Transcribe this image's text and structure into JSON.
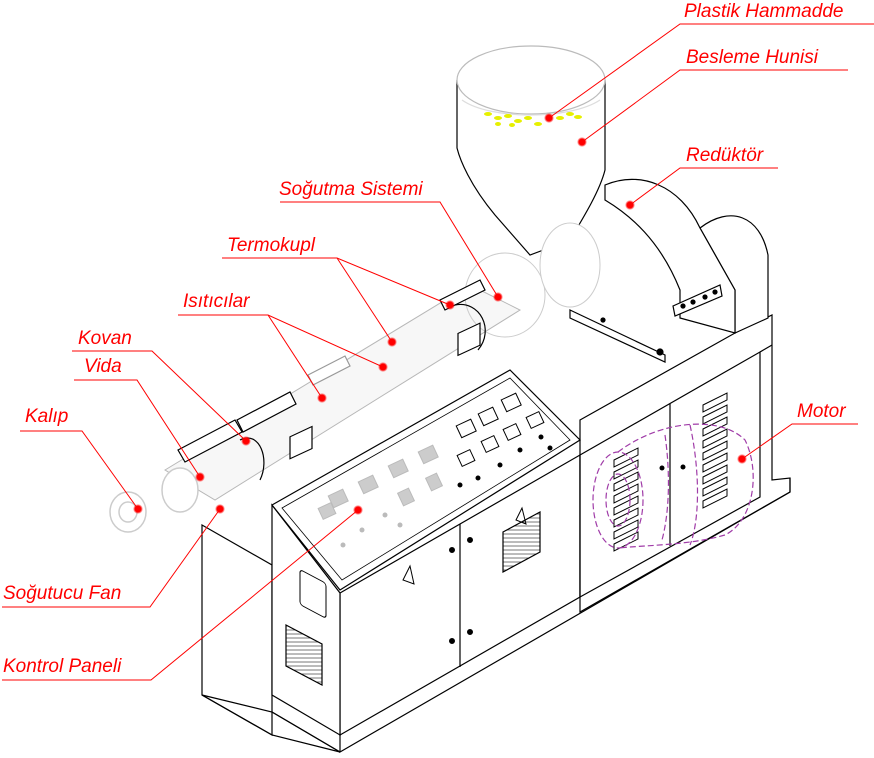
{
  "title": "Plastik Ekstrüder Makinesi Parçaları",
  "colors": {
    "label": "#ff0000",
    "leader": "#ff0000",
    "marker": "#ff0000",
    "outline": "#000000",
    "faded": "#c8c8c8",
    "pellets": "#e6f000",
    "motor": "#a03ca8"
  },
  "labels": [
    {
      "id": "plastik-hammadde",
      "text": "Plastik Hammadde"
    },
    {
      "id": "besleme-hunisi",
      "text": "Besleme Hunisi"
    },
    {
      "id": "reduktor",
      "text": "Redüktör"
    },
    {
      "id": "sogutma-sistemi",
      "text": "Soğutma Sistemi"
    },
    {
      "id": "termokupl",
      "text": "Termokupl"
    },
    {
      "id": "isiticilar",
      "text": "Isıtıcılar"
    },
    {
      "id": "kovan",
      "text": "Kovan"
    },
    {
      "id": "vida",
      "text": "Vida"
    },
    {
      "id": "kalip",
      "text": "Kalıp"
    },
    {
      "id": "motor",
      "text": "Motor"
    },
    {
      "id": "sogutucu-fan",
      "text": "Soğutucu Fan"
    },
    {
      "id": "kontrol-paneli",
      "text": "Kontrol Paneli"
    }
  ]
}
